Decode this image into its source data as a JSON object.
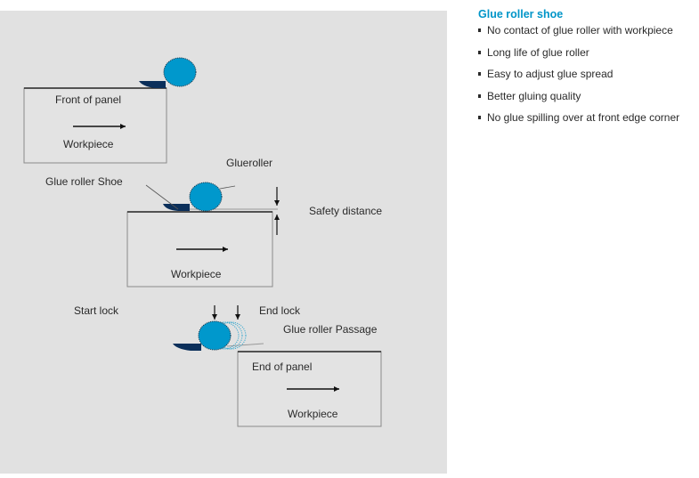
{
  "colors": {
    "background_panel": "#e1e1e1",
    "roller": "#0098cc",
    "shoe": "#0b2f5a",
    "title_accent": "#0095c8"
  },
  "diagram": {
    "scene1": {
      "panel_label": "Front of panel",
      "workpiece_label": "Workpiece"
    },
    "scene2": {
      "glueroller_label": "Glueroller",
      "shoe_label": "Glue roller Shoe",
      "safety_label": "Safety distance",
      "workpiece_label": "Workpiece"
    },
    "scene3": {
      "start_lock_label": "Start lock",
      "end_lock_label": "End lock",
      "passage_label": "Glue roller Passage",
      "panel_label": "End of panel",
      "workpiece_label": "Workpiece"
    }
  },
  "sidebar": {
    "title": "Glue roller shoe",
    "items": [
      {
        "label": "No contact of glue roller with  workpiece"
      },
      {
        "label": "Long life of glue roller"
      },
      {
        "label": "Easy to adjust glue spread"
      },
      {
        "label": "Better gluing quality"
      },
      {
        "label": "No glue spilling over at front edge corner"
      }
    ]
  }
}
